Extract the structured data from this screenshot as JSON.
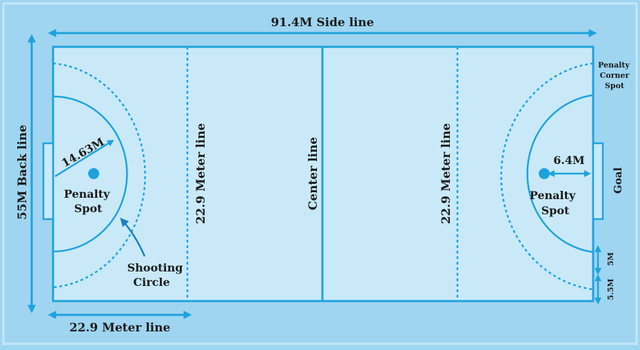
{
  "labels": {
    "side_line": "91.4M Side line",
    "back_line": "55M Back line",
    "bottom_22": "22.9 Meter line",
    "left_22": "22.9 Meter line",
    "center_line": "Center line",
    "right_22": "22.9 Meter line",
    "radius": "14.63M",
    "penalty_left_1": "Penalty",
    "penalty_left_2": "Spot",
    "shooting_1": "Shooting",
    "shooting_2": "Circle",
    "spot_dist": "6.4M",
    "penalty_right_1": "Penalty",
    "penalty_right_2": "Spot",
    "goal": "Goal",
    "corner_1": "Penalty",
    "corner_2": "Corner",
    "corner_3": "Spot",
    "five_m": "5M",
    "five_five_m": "5.5M"
  },
  "colors": {
    "background": "#9fd5f0",
    "field": "#c9e9f8",
    "line": "#1ea2de",
    "text": "#1a1a1a"
  }
}
